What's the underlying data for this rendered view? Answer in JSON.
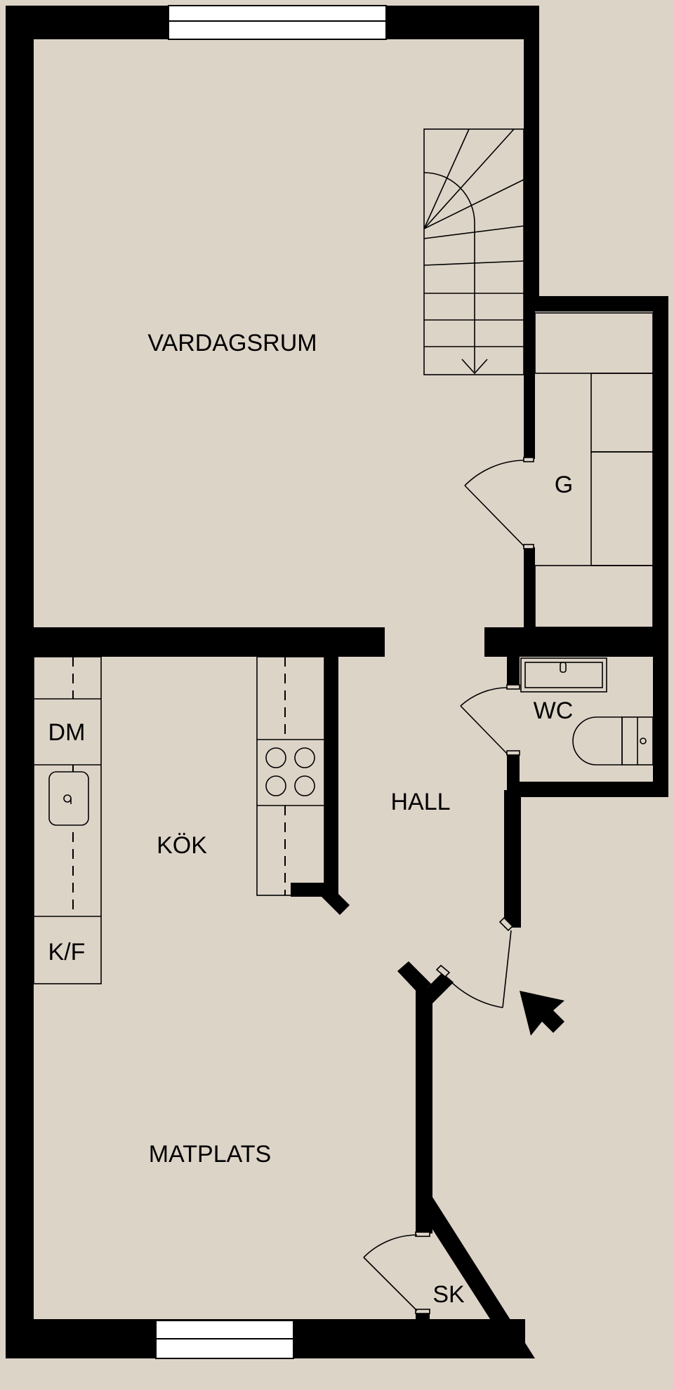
{
  "floorplan": {
    "background_color": "#ddd4c8",
    "wall_color": "#000000",
    "rooms": [
      {
        "key": "vardagsrum",
        "label": "VARDAGSRUM"
      },
      {
        "key": "g",
        "label": "G"
      },
      {
        "key": "wc",
        "label": "WC"
      },
      {
        "key": "dm",
        "label": "DM"
      },
      {
        "key": "hall",
        "label": "HALL"
      },
      {
        "key": "kok",
        "label": "KÖK"
      },
      {
        "key": "kf",
        "label": "K/F"
      },
      {
        "key": "matplats",
        "label": "MATPLATS"
      },
      {
        "key": "sk",
        "label": "SK"
      }
    ],
    "icons": {
      "entrance": "entrance-arrow-icon",
      "stairs": "staircase-icon",
      "stove": "stove-icon",
      "sink": "kitchen-sink-icon",
      "toilet": "toilet-icon",
      "basin": "wash-basin-icon"
    }
  }
}
